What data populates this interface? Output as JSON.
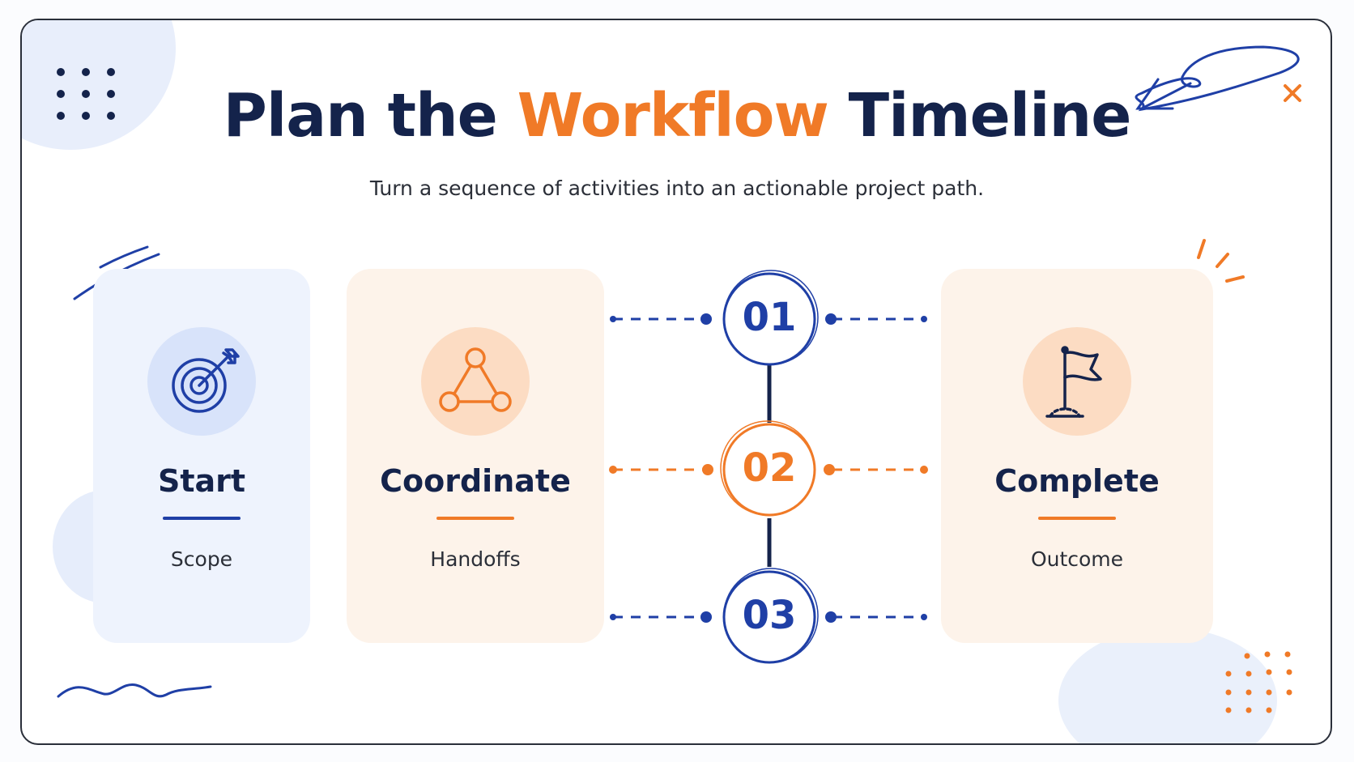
{
  "title": {
    "prefix": "Plan the",
    "accent": "Workflow",
    "suffix": "Timeline"
  },
  "subtitle": "Turn a sequence of activities into an actionable project path.",
  "cards": [
    {
      "title": "Start",
      "subtitle": "Scope",
      "icon": "target-icon",
      "color": "blue"
    },
    {
      "title": "Coordinate",
      "subtitle": "Handoffs",
      "icon": "network-icon",
      "color": "orange"
    },
    {
      "title": "Complete",
      "subtitle": "Outcome",
      "icon": "flag-icon",
      "color": "orange"
    }
  ],
  "steps": [
    "01",
    "02",
    "03"
  ],
  "colors": {
    "navy": "#14234b",
    "blue": "#1f3fa6",
    "orange": "#f07a27",
    "blue_tint": "#eef3fd",
    "orange_tint": "#fdf3ea"
  }
}
